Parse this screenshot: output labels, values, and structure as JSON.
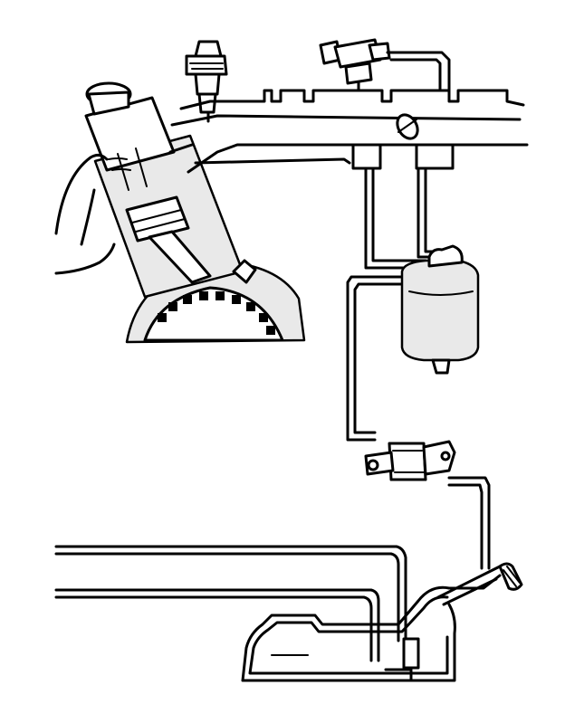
{
  "diagram": {
    "kind": "fuel and evaporative emission system line drawing",
    "colors": {
      "line": "#000000",
      "background": "#ffffff",
      "shading": "#e9e9e9"
    },
    "components": [
      "engine-cylinder",
      "fuel-injector",
      "intake-manifold",
      "throttle-valve",
      "purge-valve",
      "charcoal-canister",
      "vent-valve",
      "fuel-tank",
      "filler-cap",
      "fuel-lines"
    ]
  }
}
